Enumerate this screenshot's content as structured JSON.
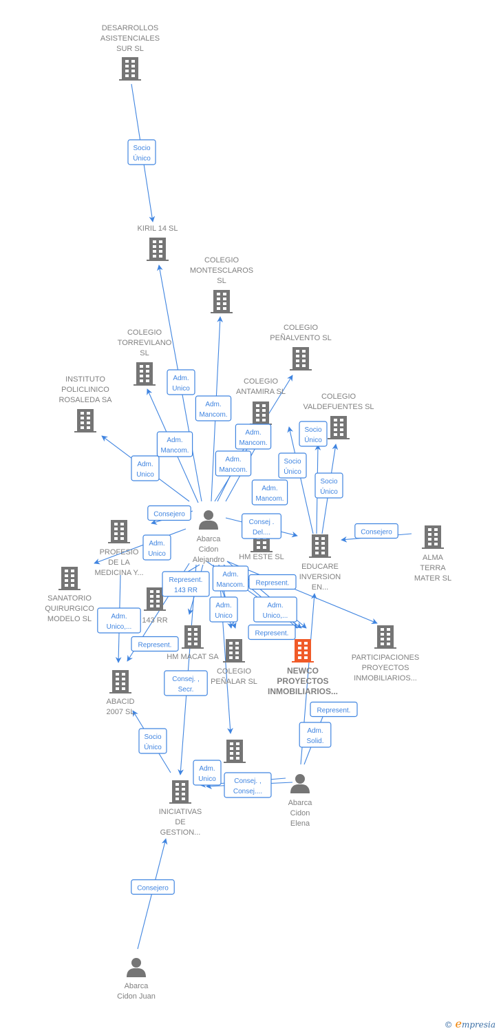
{
  "colors": {
    "edge": "#3f84e0",
    "node": "#757575",
    "highlight": "#f05a28"
  },
  "nodes": [
    {
      "type": "company",
      "lines": [
        "DESARROLLOS",
        "ASISTENCIALES",
        "SUR  SL"
      ]
    },
    {
      "type": "company",
      "lines": [
        "KIRIL 14 SL"
      ]
    },
    {
      "type": "company",
      "lines": [
        "COLEGIO",
        "MONTESCLAROS",
        "SL"
      ]
    },
    {
      "type": "company",
      "lines": [
        "COLEGIO",
        "TORREVILANO",
        "SL"
      ]
    },
    {
      "type": "company",
      "lines": [
        "INSTITUTO",
        "POLICLINICO",
        "ROSALEDA SA"
      ]
    },
    {
      "type": "company",
      "lines": [
        "COLEGIO",
        "PEÑALVENTO SL"
      ]
    },
    {
      "type": "company",
      "lines": [
        "COLEGIO",
        "ANTAMIRA SL"
      ]
    },
    {
      "type": "company",
      "lines": [
        "COLEGIO",
        "VALDEFUENTES SL"
      ]
    },
    {
      "type": "person",
      "lines": [
        "Abarca",
        "Cidon",
        "Alejandro"
      ]
    },
    {
      "type": "company",
      "lines": [
        "PROFESIO",
        "DE LA",
        "MEDICINA Y..."
      ]
    },
    {
      "type": "company",
      "lines": [
        "HM ESTE  SL"
      ]
    },
    {
      "type": "company",
      "lines": [
        "EDUCARE",
        "INVERSION",
        "EN..."
      ]
    },
    {
      "type": "company",
      "lines": [
        "ALMA",
        "TERRA",
        "MATER  SL"
      ]
    },
    {
      "type": "company",
      "lines": [
        "SANATORIO",
        "QUIRURGICO",
        "MODELO SL"
      ]
    },
    {
      "type": "company",
      "lines": [
        "143 RR"
      ]
    },
    {
      "type": "company",
      "lines": [
        "HM MACAT SA"
      ]
    },
    {
      "type": "company",
      "lines": [
        "COLEGIO",
        "PEÑALAR SL"
      ]
    },
    {
      "type": "company-highlight",
      "lines": [
        "NEWCO",
        "PROYECTOS",
        "INMOBILIARIOS..."
      ]
    },
    {
      "type": "company",
      "lines": [
        "PARTICIPACIONES",
        "PROYECTOS",
        "INMOBILIARIOS..."
      ]
    },
    {
      "type": "company",
      "lines": [
        "ABACID",
        "2007 SL"
      ]
    },
    {
      "type": "company",
      "lines": []
    },
    {
      "type": "company",
      "lines": [
        "INICIATIVAS",
        "DE",
        "GESTION..."
      ]
    },
    {
      "type": "person",
      "lines": [
        "Abarca",
        "Cidon",
        "Elena"
      ]
    },
    {
      "type": "person",
      "lines": [
        "Abarca",
        "Cidon Juan"
      ]
    }
  ],
  "edges": [
    {
      "label": [
        "Socio",
        "Único"
      ]
    },
    {
      "label": [
        "Adm.",
        "Unico"
      ]
    },
    {
      "label": [
        "Adm.",
        "Mancom."
      ]
    },
    {
      "label": [
        "Adm.",
        "Mancom."
      ]
    },
    {
      "label": [
        "Adm.",
        "Unico"
      ]
    },
    {
      "label": [
        "Adm.",
        "Mancom."
      ]
    },
    {
      "label": [
        "Adm.",
        "Mancom."
      ]
    },
    {
      "label": [
        "Adm.",
        "Mancom."
      ]
    },
    {
      "label": [
        "Socio",
        "Único"
      ]
    },
    {
      "label": [
        "Socio",
        "Único"
      ]
    },
    {
      "label": [
        "Socio",
        "Único"
      ]
    },
    {
      "label": [
        "Consejero"
      ]
    },
    {
      "label": [
        "Adm.",
        "Unico"
      ]
    },
    {
      "label": [
        "Consej .",
        "Del...."
      ]
    },
    {
      "label": [
        "Consejero"
      ]
    },
    {
      "label": [
        "Represent.",
        "143 RR"
      ]
    },
    {
      "label": [
        "Adm.",
        "Mancom."
      ]
    },
    {
      "label": [
        "Adm.",
        "Unico"
      ]
    },
    {
      "label": [
        "Represent."
      ]
    },
    {
      "label": [
        "Adm.",
        "Unico,..."
      ]
    },
    {
      "label": [
        "Represent."
      ]
    },
    {
      "label": [
        "Adm.",
        "Unico,..."
      ]
    },
    {
      "label": [
        "Represent."
      ]
    },
    {
      "label": [
        "Consej. ,",
        "Secr."
      ]
    },
    {
      "label": [
        "Represent."
      ]
    },
    {
      "label": [
        "Socio",
        "Único"
      ]
    },
    {
      "label": [
        "Adm.",
        "Solid."
      ]
    },
    {
      "label": [
        "Adm.",
        "Unico"
      ]
    },
    {
      "label": [
        "Consej. ,",
        "Consej...."
      ]
    },
    {
      "label": [
        "Consejero"
      ]
    }
  ],
  "footer": {
    "copyright": "©",
    "brand_initial": "e",
    "brand_rest": "mpresia"
  }
}
